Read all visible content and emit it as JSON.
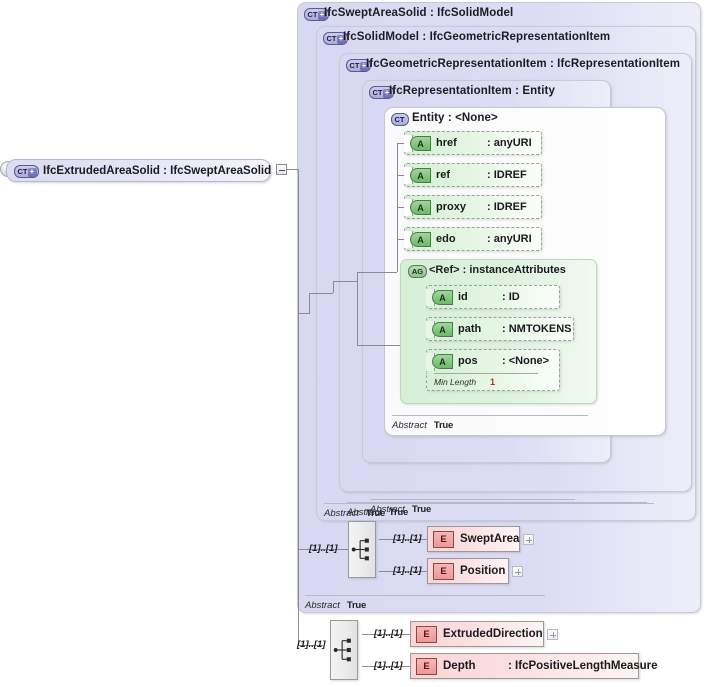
{
  "diagram": {
    "kind": "xsd-schema-tree",
    "root": {
      "badge": "CT",
      "badge_plus": "+",
      "name": "IfcExtrudedAreaSolid",
      "separator": ":",
      "type": "IfcSweptAreaSolid",
      "label": "IfcExtrudedAreaSolid : IfcSweptAreaSolid"
    },
    "base_type_boxes": [
      {
        "badge": "CT",
        "badge_plus": "+",
        "name": "IfcSweptAreaSolid",
        "separator": ":",
        "type": "IfcSolidModel",
        "label": "IfcSweptAreaSolid : IfcSolidModel",
        "abstract_label": "Abstract",
        "abstract_value": "True"
      },
      {
        "badge": "CT",
        "badge_plus": "+",
        "name": "IfcSolidModel",
        "separator": ":",
        "type": "IfcGeometricRepresentationItem",
        "label": "IfcSolidModel : IfcGeometricRepresentationItem",
        "abstract_label": "Abstract",
        "abstract_value": "True"
      },
      {
        "badge": "CT",
        "badge_plus": "+",
        "name": "IfcGeometricRepresentationItem",
        "separator": ":",
        "type": "IfcRepresentationItem",
        "label": "IfcGeometricRepresentationItem : IfcRepresentationItem",
        "abstract_label": "Abstract",
        "abstract_value": "True"
      },
      {
        "badge": "CT",
        "badge_plus": "+",
        "name": "IfcRepresentationItem",
        "separator": ":",
        "type": "Entity",
        "label": "IfcRepresentationItem : Entity",
        "abstract_label": "Abstract",
        "abstract_value": "True"
      },
      {
        "badge": "CT",
        "name": "Entity",
        "separator": ":",
        "type": "<None>",
        "label": "Entity : <None>"
      }
    ],
    "entity_attributes": [
      {
        "badge": "A",
        "name": "href",
        "separator": ":",
        "type": "anyURI"
      },
      {
        "badge": "A",
        "name": "ref",
        "separator": ":",
        "type": "IDREF"
      },
      {
        "badge": "A",
        "name": "proxy",
        "separator": ":",
        "type": "IDREF"
      },
      {
        "badge": "A",
        "name": "edo",
        "separator": ":",
        "type": "anyURI"
      }
    ],
    "attribute_group": {
      "badge": "AG",
      "name": "<Ref>",
      "separator": ":",
      "type": "instanceAttributes",
      "label": "<Ref> : instanceAttributes",
      "attributes": [
        {
          "badge": "A",
          "name": "id",
          "separator": ":",
          "type": "ID"
        },
        {
          "badge": "A",
          "name": "path",
          "separator": ":",
          "type": "NMTOKENS"
        },
        {
          "badge": "A",
          "name": "pos",
          "separator": ":",
          "type": "<None>",
          "facet_label": "Min Length",
          "facet_value": "1"
        }
      ]
    },
    "inherited_sequence": {
      "compositor": "sequence",
      "cardinality": "[1]..[1]",
      "elements": [
        {
          "badge": "E",
          "name": "SweptArea",
          "cardinality": "[1]..[1]",
          "expander": "+",
          "type": ""
        },
        {
          "badge": "E",
          "name": "Position",
          "cardinality": "[1]..[1]",
          "expander": "+",
          "type": ""
        }
      ]
    },
    "own_sequence": {
      "compositor": "sequence",
      "cardinality": "[1]..[1]",
      "elements": [
        {
          "badge": "E",
          "name": "ExtrudedDirection",
          "cardinality": "[1]..[1]",
          "expander": "+",
          "type": ""
        },
        {
          "badge": "E",
          "name": "Depth",
          "cardinality": "[1]..[1]",
          "expander": "",
          "separator": ":",
          "type": "IfcPositiveLengthMeasure"
        }
      ]
    },
    "colors": {
      "complex_type_fill": "#dcdcf4",
      "attribute_fill": "#ddf4dc",
      "element_fill": "#fbdede",
      "connector": "#8a8a92",
      "facet_value": "#d62020"
    }
  }
}
